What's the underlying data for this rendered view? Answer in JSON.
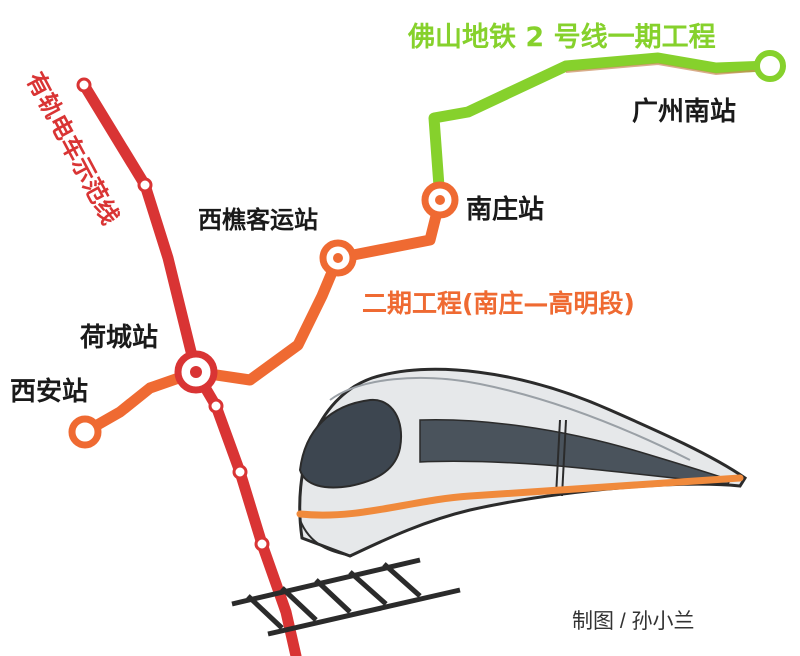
{
  "lines": {
    "green": {
      "label": "佛山地铁 2 号线一期工程",
      "color": "#86d12c"
    },
    "orange": {
      "label": "二期工程(南庄—高明段)",
      "color": "#ef6a32"
    },
    "red": {
      "label": "有轨电车示范线",
      "color": "#d93434"
    }
  },
  "stations": {
    "guangzhou_south": "广州南站",
    "nanzhuang": "南庄站",
    "xiqiao": "西樵客运站",
    "hecheng": "荷城站",
    "xian": "西安站"
  },
  "credit": "制图 / 孙小兰",
  "colors": {
    "train_body": "#e6e8ea",
    "train_stripe": "#f08a3c",
    "track": "#2b2b2b"
  }
}
